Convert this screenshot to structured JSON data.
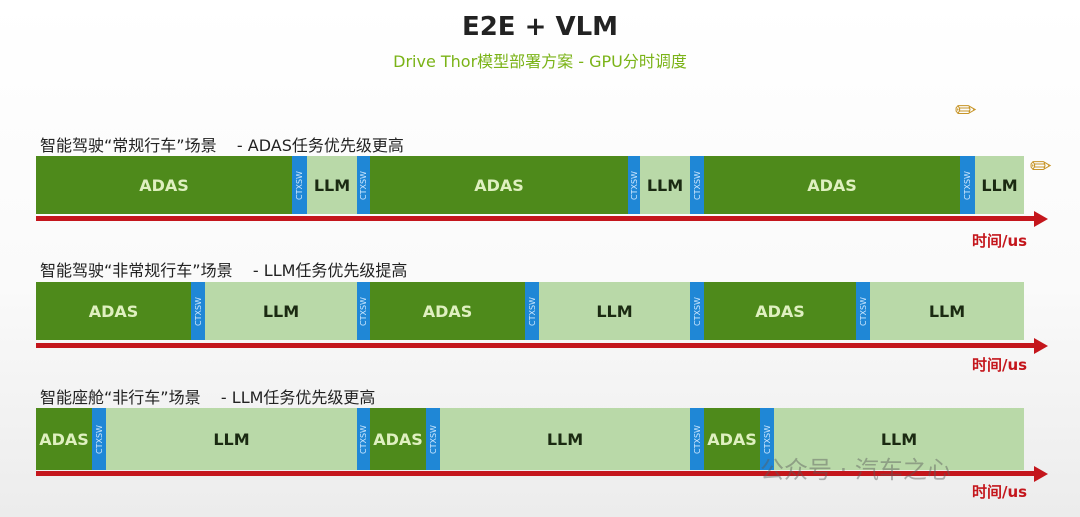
{
  "title": "E2E + VLM",
  "subtitle": "Drive Thor模型部署方案 - GPU分时调度",
  "labels": {
    "adas": "ADAS",
    "llm": "LLM",
    "ctxsw": "CTXSW",
    "time": "时间/us"
  },
  "rows": [
    {
      "label": "智能驾驶“常规行车”场景    - ADAS任务优先级更高"
    },
    {
      "label": "智能驾驶“非常规行车”场景    - LLM任务优先级提高"
    },
    {
      "label": "智能座舱“非行车”场景    - LLM任务优先级更高"
    }
  ],
  "watermark": "公众号 · 汽车之心",
  "colors": {
    "adas": "#4e8a1b",
    "llm": "#b9d9a8",
    "ctxsw": "#1f87d6",
    "axis": "#c4161c",
    "subtitle": "#7ab317"
  }
}
